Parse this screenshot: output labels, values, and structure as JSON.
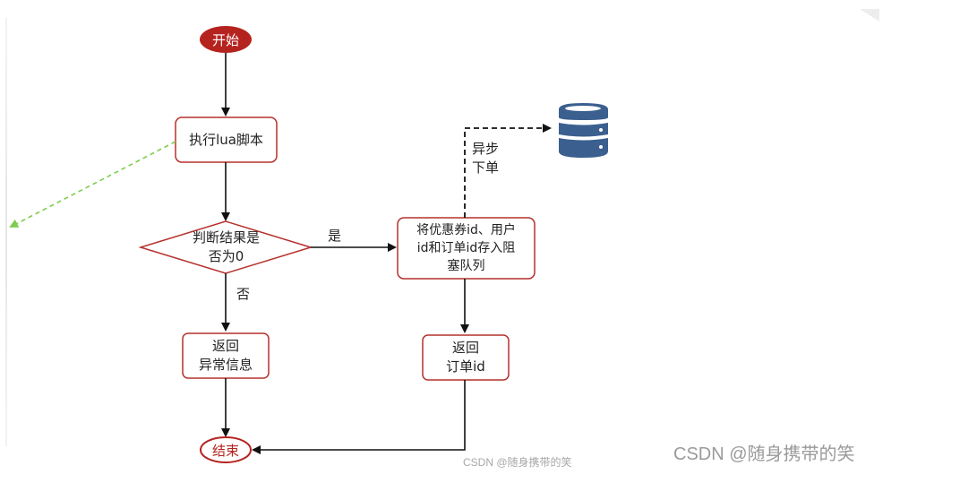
{
  "flow": {
    "start": "开始",
    "exec_lua": "执行lua脚本",
    "decision_line1": "判断结果是",
    "decision_line2": "否为0",
    "yes_label": "是",
    "no_label": "否",
    "enqueue_line1": "将优惠券id、用户",
    "enqueue_line2": "id和订单id存入阻",
    "enqueue_line3": "塞队列",
    "async_line1": "异步",
    "async_line2": "下单",
    "return_error_line1": "返回",
    "return_error_line2": "异常信息",
    "return_order_line1": "返回",
    "return_order_line2": "订单id",
    "end": "结束"
  },
  "icons": {
    "database": "database-icon"
  },
  "watermarks": {
    "small": "CSDN @随身携带的笑",
    "large": "CSDN @随身携带的笑"
  },
  "colors": {
    "terminal_fill": "#b5231f",
    "box_border": "#b5302c",
    "arrow": "#111111",
    "database": "#3b5f8f",
    "green_dashed": "#7ccc4e"
  }
}
